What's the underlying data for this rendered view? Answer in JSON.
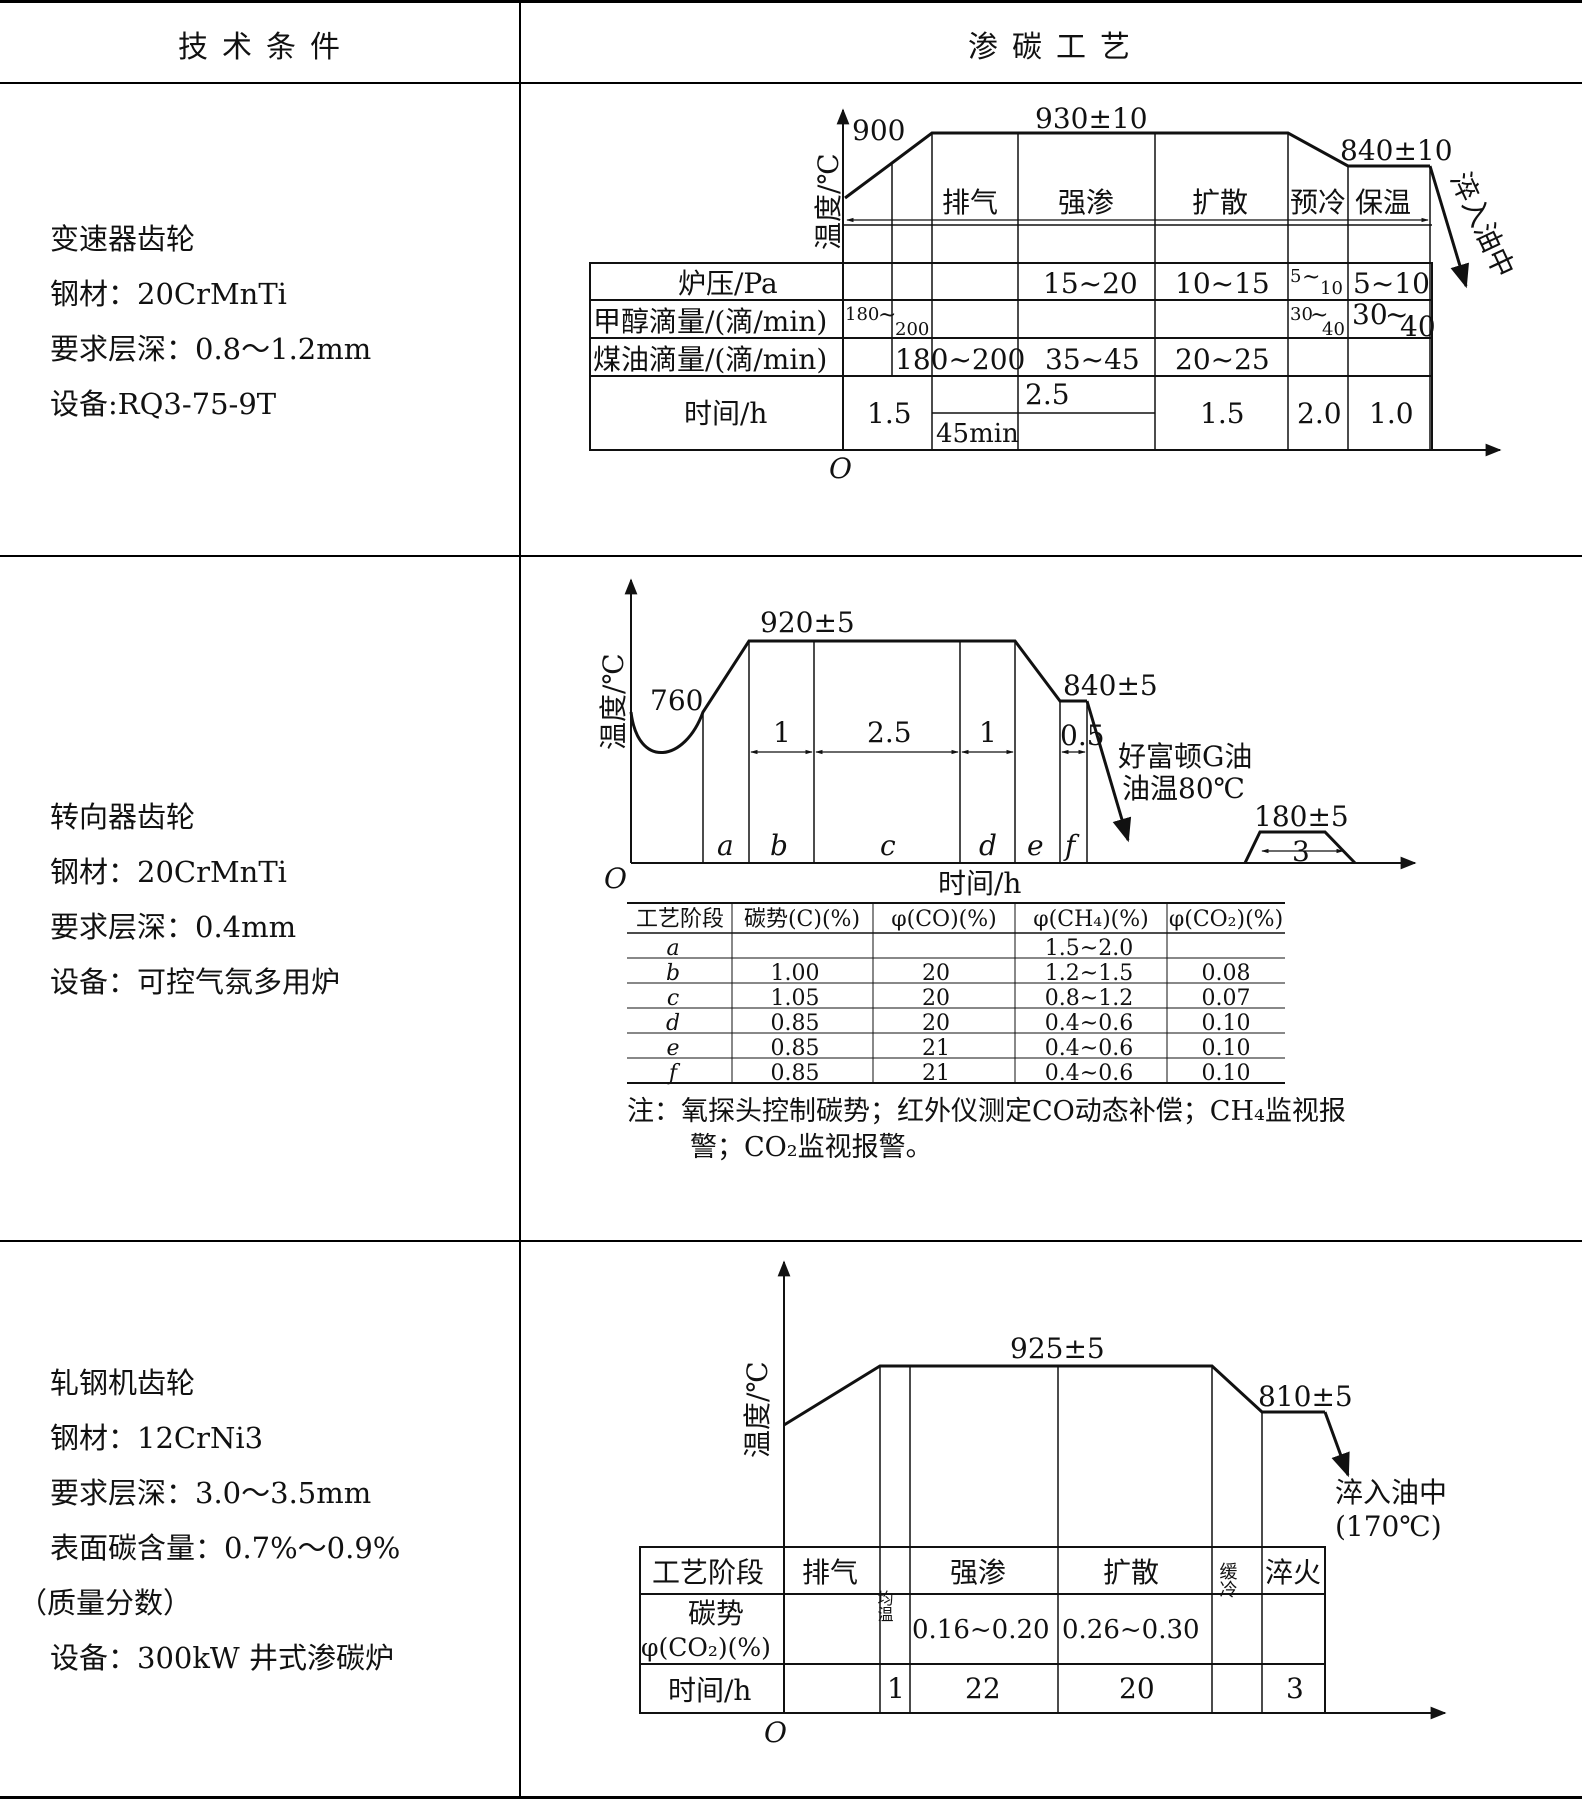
{
  "header": {
    "left": "技术条件",
    "right": "渗碳工艺"
  },
  "rows": [
    {
      "conditions": [
        "变速器齿轮",
        "钢材：20CrMnTi",
        "要求层深：0.8～1.2mm",
        "设备:RQ3-75-9T"
      ],
      "diagram": {
        "y_axis_label": "温度/℃",
        "origin": "O",
        "temps": {
          "start": "900",
          "carburize": "930±10",
          "hold": "840±10"
        },
        "quench": "淬入油中",
        "stages": [
          "排气",
          "强渗",
          "扩散",
          "预冷",
          "保温"
        ],
        "table": {
          "pressure": {
            "label": "炉压/Pa",
            "strong": "15~20",
            "diffuse": "10~15",
            "precool_a": "5",
            "precool_b": "10",
            "hold": "5~10"
          },
          "methanol": {
            "label": "甲醇滴量/(滴/min)",
            "start_a": "180",
            "start_b": "200",
            "precool_a": "30",
            "precool_b": "40",
            "hold_a": "30",
            "hold_b": "40"
          },
          "kerosene": {
            "label": "煤油滴量/(滴/min)",
            "exhaust": "180~200",
            "strong": "35~45",
            "diffuse": "20~25"
          },
          "time": {
            "label": "时间/h",
            "start": "1.5",
            "strong_total": "2.5",
            "exhaust": "45min",
            "diffuse": "1.5",
            "precool": "2.0",
            "hold": "1.0"
          }
        }
      }
    },
    {
      "conditions": [
        "转向器齿轮",
        "钢材：20CrMnTi",
        "要求层深：0.4mm",
        "设备：可控气氛多用炉"
      ],
      "diagram": {
        "y_axis_label": "温度/℃",
        "x_axis_label": "时间/h",
        "origin": "O",
        "temps": {
          "start": "760",
          "carburize": "920±5",
          "hold": "840±5",
          "temper": "180±5"
        },
        "durations": {
          "b": "1",
          "c": "2.5",
          "d": "1",
          "f": "0.5",
          "temper": "3"
        },
        "segments": [
          "a",
          "b",
          "c",
          "d",
          "e",
          "f"
        ],
        "oil": [
          "好富顿G油",
          "油温80℃"
        ],
        "table": {
          "headers": [
            "工艺阶段",
            "碳势(C)(%)",
            "φ(CO)(%)",
            "φ(CH₄)(%)",
            "φ(CO₂)(%)"
          ],
          "rows": [
            [
              "a",
              "",
              "",
              "1.5~2.0",
              ""
            ],
            [
              "b",
              "1.00",
              "20",
              "1.2~1.5",
              "0.08"
            ],
            [
              "c",
              "1.05",
              "20",
              "0.8~1.2",
              "0.07"
            ],
            [
              "d",
              "0.85",
              "20",
              "0.4~0.6",
              "0.10"
            ],
            [
              "e",
              "0.85",
              "21",
              "0.4~0.6",
              "0.10"
            ],
            [
              "f",
              "0.85",
              "21",
              "0.4~0.6",
              "0.10"
            ]
          ]
        },
        "note_line1": "注：氧探头控制碳势；红外仪测定CO动态补偿；CH₄监视报",
        "note_line2": "警；CO₂监视报警。"
      }
    },
    {
      "conditions": [
        "轧钢机齿轮",
        "钢材：12CrNi3",
        "要求层深：3.0～3.5mm",
        "表面碳含量：0.7%～0.9%",
        "（质量分数）",
        "设备：300kW 井式渗碳炉"
      ],
      "diagram": {
        "y_axis_label": "温度/℃",
        "origin": "O",
        "temps": {
          "carburize": "925±5",
          "hold": "810±5"
        },
        "quench": [
          "淬入油中",
          "(170℃)"
        ],
        "table": {
          "stage_label": "工艺阶段",
          "stages": [
            "排气",
            "均温",
            "强渗",
            "扩散",
            "缓冷",
            "淬火"
          ],
          "potential_label": [
            "碳势",
            "φ(CO₂)(%)"
          ],
          "potential": {
            "strong": "0.16~0.20",
            "diffuse": "0.26~0.30"
          },
          "time_label": "时间/h",
          "time": {
            "soak": "1",
            "strong": "22",
            "diffuse": "20",
            "quench": "3"
          }
        }
      }
    }
  ]
}
